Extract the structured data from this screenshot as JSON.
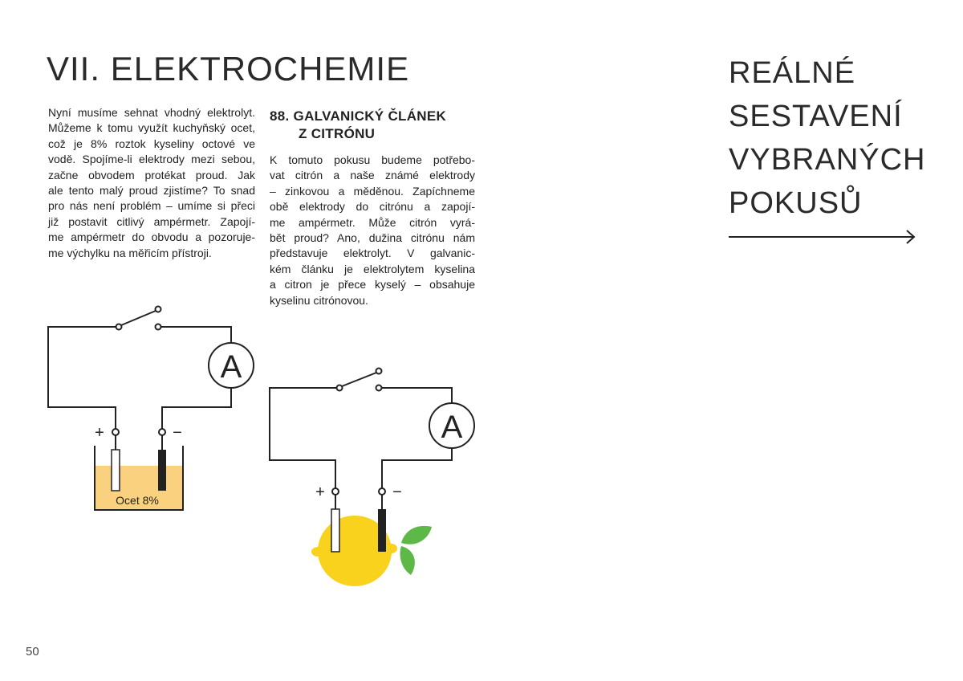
{
  "chapter_title": "VII. ELEKTROCHEMIE",
  "left_text": [
    "Nyní musíme sehnat vhodný elektrolyt.",
    "Můžeme k tomu využít kuchyňský ocet,",
    "což je 8% roztok kyseliny octové ve",
    "vodě. Spojíme-li elektrody mezi sebou,",
    "začne obvodem protékat proud. Jak",
    "ale tento malý proud zjistíme? To snad",
    "pro nás není problém – umíme si přeci",
    "již postavit citlivý ampérmetr. Zapojí-",
    "me ampérmetr do obvodu a pozoruje-",
    "me výchylku na měřicím přístroji."
  ],
  "experiment": {
    "heading_lines": [
      "88. GALVANICKÝ ČLÁNEK",
      "Z CITRÓNU"
    ],
    "text": [
      "K tomuto pokusu budeme potřebo-",
      "vat citrón a naše známé elektrody",
      "– zinkovou a měděnou. Zapíchneme",
      "obě elektrody do citrónu a zapojí-",
      "me ampérmetr. Může citrón vyrá-",
      "bět proud? Ano, dužina citrónu nám",
      "představuje elektrolyt. V galvanic-",
      "kém článku je elektrolytem kyselina",
      "a citron je přece kyselý – obsahuje",
      "kyselinu citrónovou."
    ]
  },
  "diagram_vinegar": {
    "ammeter": "A",
    "plus": "+",
    "minus": "−",
    "liquid_label": "Ocet 8%",
    "liquid_color": "#FAD27F"
  },
  "diagram_lemon": {
    "ammeter": "A",
    "plus": "+",
    "minus": "−",
    "lemon_color": "#F8D21C",
    "leaf_color": "#5DB848"
  },
  "side_title": [
    "REÁLNÉ",
    "SESTAVENÍ",
    "VYBRANÝCH",
    "POKUSŮ"
  ],
  "page_number": "50"
}
